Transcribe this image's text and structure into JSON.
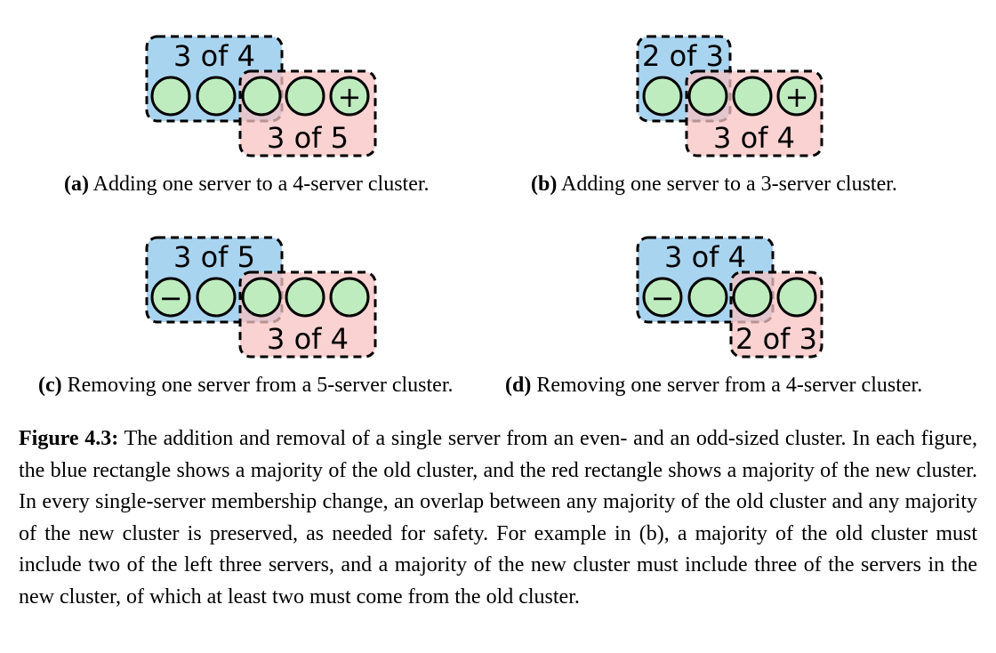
{
  "colors": {
    "blue_box": "#a9d4f0",
    "red_box": "#f8c3c3",
    "server_fill": "#bfecbf",
    "stroke": "#000000"
  },
  "panels": [
    {
      "id": "a",
      "old_label": "3 of 4",
      "new_label": "3 of 5",
      "servers": [
        "",
        "",
        "",
        "",
        "+"
      ],
      "caption_letter": "(a)",
      "caption_text": " Adding one server to a 4-server cluster."
    },
    {
      "id": "b",
      "old_label": "2 of 3",
      "new_label": "3 of 4",
      "servers": [
        "",
        "",
        "",
        "+"
      ],
      "caption_letter": "(b)",
      "caption_text": " Adding one server to a 3-server cluster."
    },
    {
      "id": "c",
      "old_label": "3 of 5",
      "new_label": "3 of 4",
      "servers": [
        "−",
        "",
        "",
        "",
        ""
      ],
      "caption_letter": "(c)",
      "caption_text": " Removing one server from a 5-server cluster."
    },
    {
      "id": "d",
      "old_label": "3 of 4",
      "new_label": "2 of 3",
      "servers": [
        "−",
        "",
        "",
        ""
      ],
      "caption_letter": "(d)",
      "caption_text": " Removing one server from a 4-server cluster."
    }
  ],
  "figure_caption": {
    "label": "Figure 4.3:",
    "text": " The addition and removal of a single server from an even- and an odd-sized cluster. In each figure, the blue rectangle shows a majority of the old cluster, and the red rectangle shows a majority of the new cluster. In every single-server membership change, an overlap between any majority of the old cluster and any majority of the new cluster is preserved, as needed for safety. For example in (b), a majority of the old cluster must include two of the left three servers, and a majority of the new cluster must include three of the servers in the new cluster, of which at least two must come from the old cluster."
  }
}
